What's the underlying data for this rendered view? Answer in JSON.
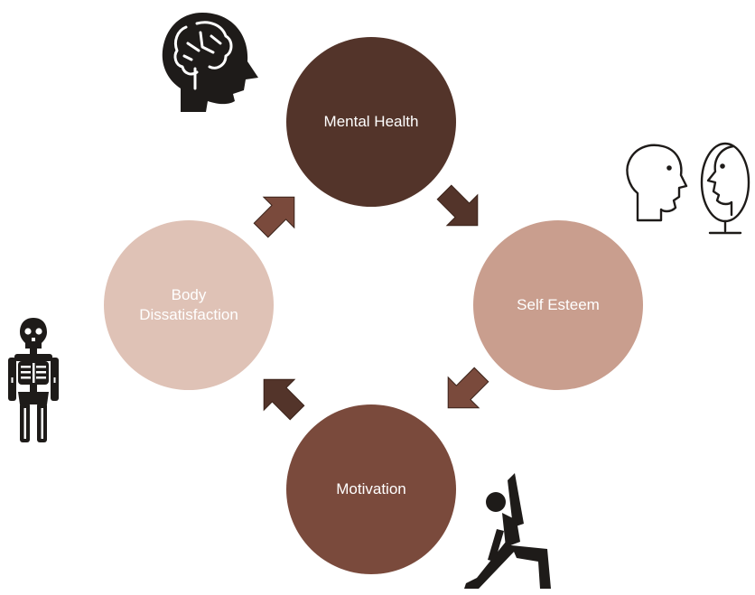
{
  "nodes": {
    "mental_health": {
      "label": "Mental Health",
      "color": "#53342A"
    },
    "self_esteem": {
      "label": "Self Esteem",
      "color": "#C99E8E"
    },
    "motivation": {
      "label": "Motivation",
      "color": "#7A4A3C"
    },
    "body_dissatisfaction": {
      "label": "Body\nDissatisfaction",
      "color": "#DFC2B6"
    }
  },
  "arrows": {
    "mental_to_esteem": {
      "color": "#53342A"
    },
    "esteem_to_motivation": {
      "color": "#7A4A3C"
    },
    "motivation_to_body": {
      "color": "#53342A"
    },
    "body_to_mental": {
      "color": "#7A4A3C"
    }
  },
  "icons": {
    "brain_head": "brain-head-icon",
    "faces_mirror": "faces-mirror-icon",
    "skeleton": "skeleton-icon",
    "stretch_pose": "stretch-pose-icon"
  }
}
